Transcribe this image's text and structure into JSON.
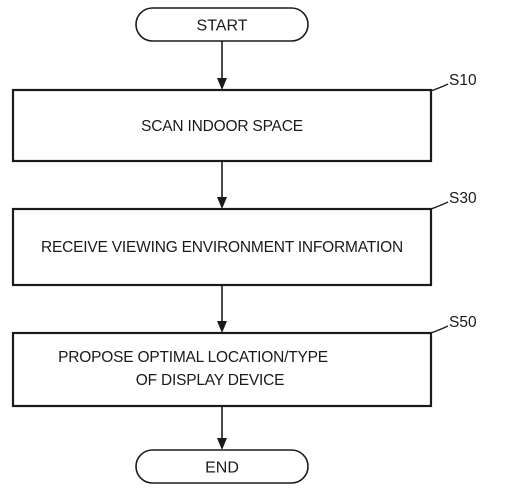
{
  "flowchart": {
    "start_label": "START",
    "end_label": "END",
    "steps": [
      {
        "id": "S10",
        "lines": [
          "SCAN INDOOR SPACE"
        ]
      },
      {
        "id": "S30",
        "lines": [
          "RECEIVE VIEWING ENVIRONMENT INFORMATION"
        ]
      },
      {
        "id": "S50",
        "lines": [
          "PROPOSE OPTIMAL LOCATION/TYPE",
          "OF DISPLAY DEVICE"
        ]
      }
    ]
  }
}
